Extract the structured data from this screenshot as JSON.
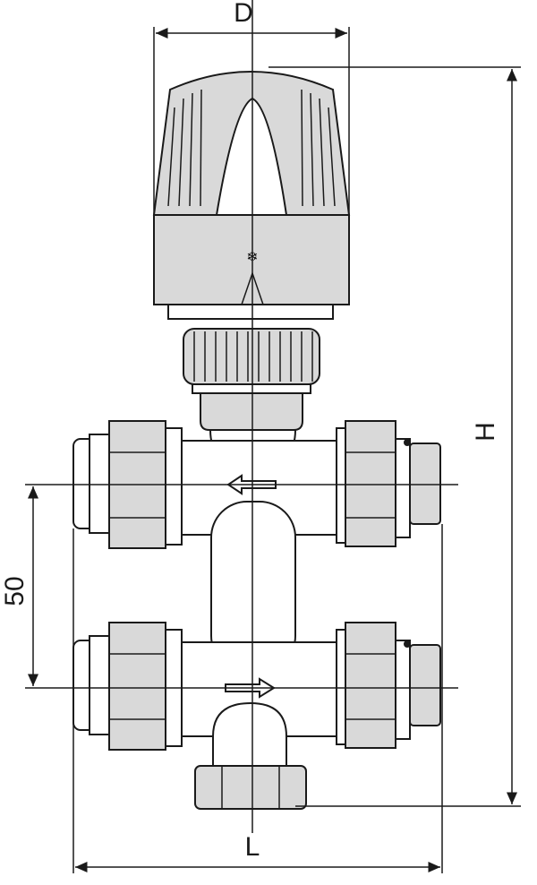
{
  "drawing": {
    "labels": {
      "diameter": "D",
      "height": "H",
      "pipe_spacing": "50",
      "length": "L"
    },
    "colors": {
      "line": "#1a1a1a",
      "fill": "#d9d9d9"
    }
  }
}
